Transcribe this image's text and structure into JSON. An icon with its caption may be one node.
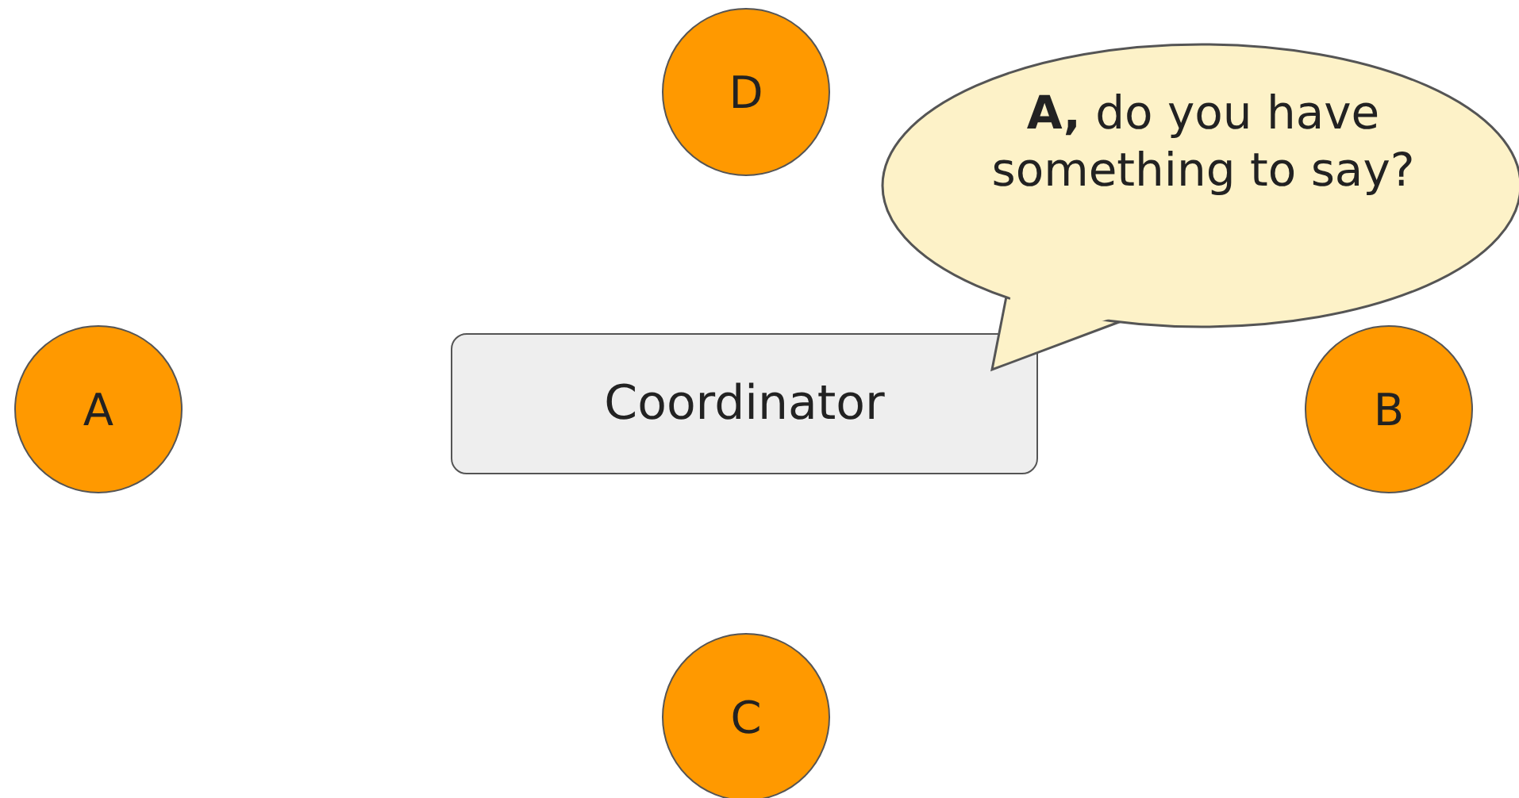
{
  "diagram": {
    "nodes": [
      {
        "text": [
          "D"
        ]
      },
      {
        "text": [
          "**A,** do you have something to say?"
        ]
      },
      {
        "text": [
          "A"
        ]
      },
      {
        "text": [
          "Coordinator"
        ]
      },
      {
        "text": [
          "B"
        ]
      },
      {
        "text": [
          "C"
        ]
      }
    ]
  }
}
